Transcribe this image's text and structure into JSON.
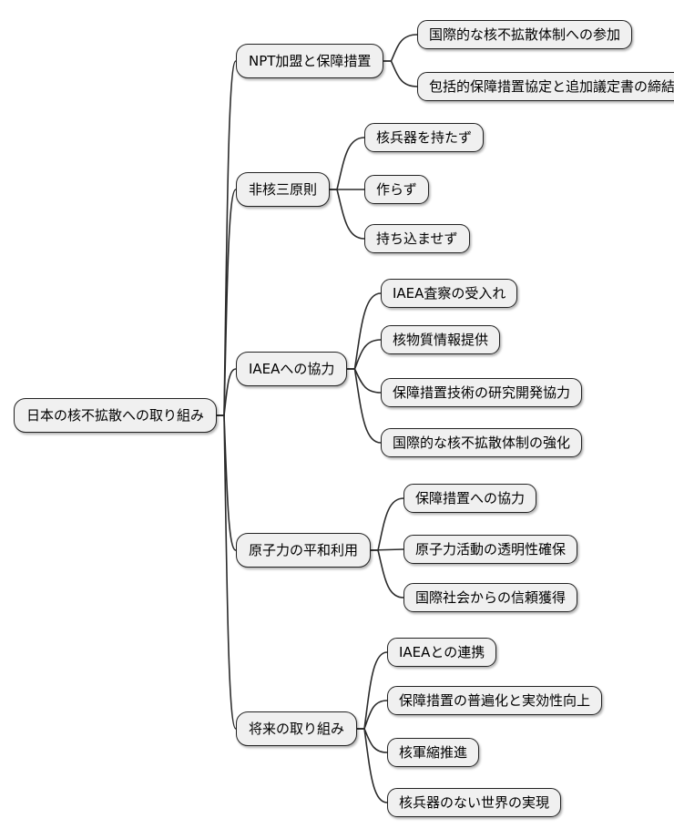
{
  "diagram": {
    "type": "mindmap",
    "colors": {
      "background": "#ffffff",
      "node_fill": "#f0f0f0",
      "node_border": "#222222",
      "edge": "#2b2b2b",
      "text": "#000000"
    },
    "root": {
      "id": "root",
      "label": "日本の核不拡散への取り組み",
      "children": [
        {
          "id": "b1",
          "label": "NPT加盟と保障措置",
          "children": [
            {
              "id": "b1c1",
              "label": "国際的な核不拡散体制への参加",
              "children": []
            },
            {
              "id": "b1c2",
              "label": "包括的保障措置協定と追加議定書の締結",
              "children": []
            }
          ]
        },
        {
          "id": "b2",
          "label": "非核三原則",
          "children": [
            {
              "id": "b2c1",
              "label": "核兵器を持たず",
              "children": []
            },
            {
              "id": "b2c2",
              "label": "作らず",
              "children": []
            },
            {
              "id": "b2c3",
              "label": "持ち込ませず",
              "children": []
            }
          ]
        },
        {
          "id": "b3",
          "label": "IAEAへの協力",
          "children": [
            {
              "id": "b3c1",
              "label": "IAEA査察の受入れ",
              "children": []
            },
            {
              "id": "b3c2",
              "label": "核物質情報提供",
              "children": []
            },
            {
              "id": "b3c3",
              "label": "保障措置技術の研究開発協力",
              "children": []
            },
            {
              "id": "b3c4",
              "label": "国際的な核不拡散体制の強化",
              "children": []
            }
          ]
        },
        {
          "id": "b4",
          "label": "原子力の平和利用",
          "children": [
            {
              "id": "b4c1",
              "label": "保障措置への協力",
              "children": []
            },
            {
              "id": "b4c2",
              "label": "原子力活動の透明性確保",
              "children": []
            },
            {
              "id": "b4c3",
              "label": "国際社会からの信頼獲得",
              "children": []
            }
          ]
        },
        {
          "id": "b5",
          "label": "将来の取り組み",
          "children": [
            {
              "id": "b5c1",
              "label": "IAEAとの連携",
              "children": []
            },
            {
              "id": "b5c2",
              "label": "保障措置の普遍化と実効性向上",
              "children": []
            },
            {
              "id": "b5c3",
              "label": "核軍縮推進",
              "children": []
            },
            {
              "id": "b5c4",
              "label": "核兵器のない世界の実現",
              "children": []
            }
          ]
        }
      ]
    }
  }
}
